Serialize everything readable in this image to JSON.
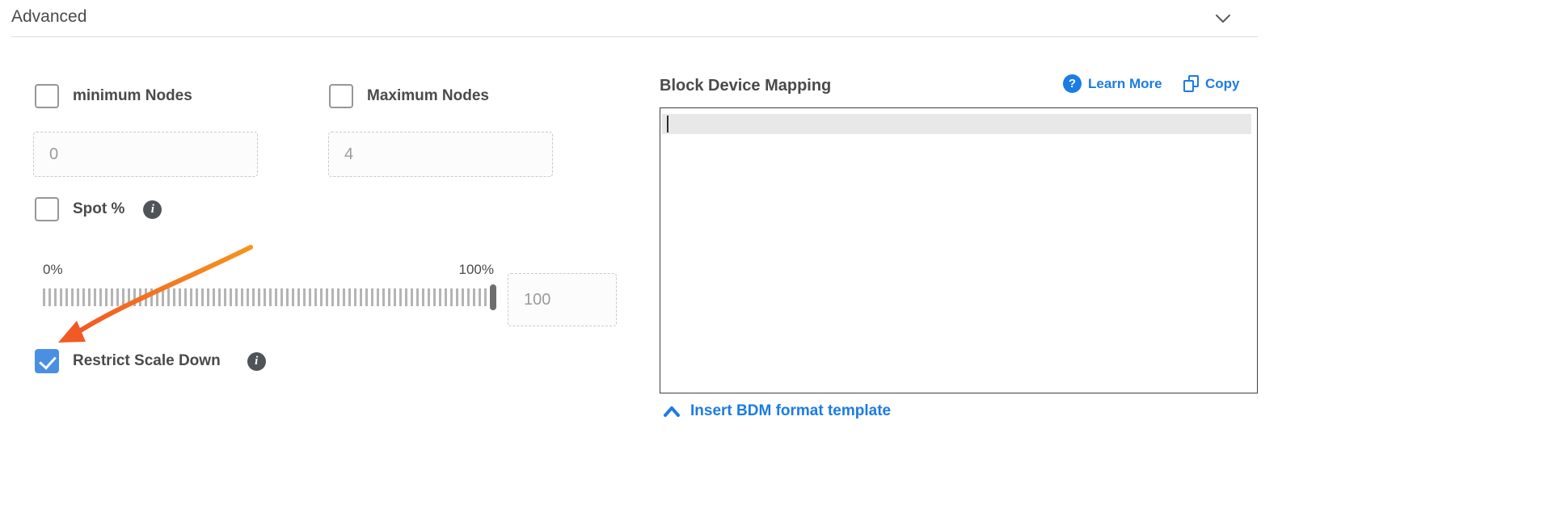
{
  "header": {
    "title": "Advanced"
  },
  "advanced_form": {
    "minimum_nodes": {
      "label": "minimum Nodes",
      "value": "0",
      "checked": false
    },
    "maximum_nodes": {
      "label": "Maximum Nodes",
      "value": "4",
      "checked": false
    },
    "spot": {
      "label": "Spot %",
      "checked": false
    },
    "slider": {
      "min_label": "0%",
      "max_label": "100%",
      "value": "100"
    },
    "restrict_scale_down": {
      "label": "Restrict Scale Down",
      "checked": true
    }
  },
  "block_device_mapping": {
    "title": "Block Device Mapping",
    "learn_more_label": "Learn More",
    "copy_label": "Copy",
    "editor_content": "",
    "insert_template_label": "Insert BDM format template"
  },
  "icons": {
    "info_glyph": "i",
    "help_glyph": "?"
  },
  "colors": {
    "link_blue": "#1b7ce2",
    "checkbox_checked_blue": "#4a90e2",
    "arrow_orange_start": "#f7941d",
    "arrow_orange_end": "#f15a24"
  }
}
